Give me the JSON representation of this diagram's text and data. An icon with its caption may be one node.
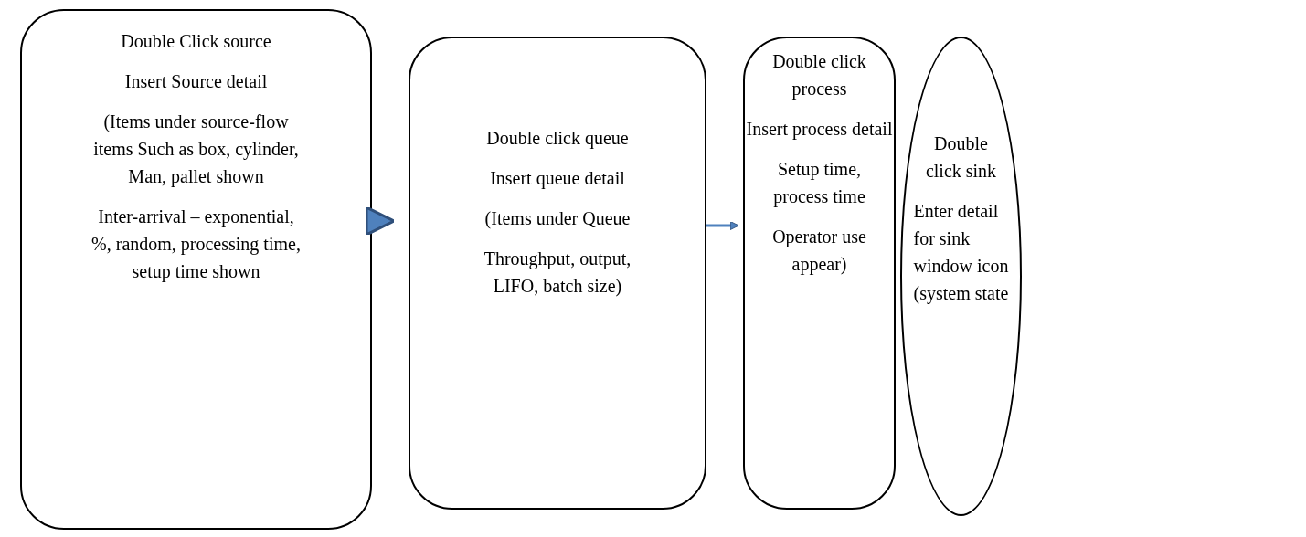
{
  "diagram": {
    "nodes": [
      {
        "text": [
          "Double Click source",
          "Insert Source detail",
          "(Items under source-flow items Such as box, cylinder, Man, pallet shown",
          "Inter-arrival – exponential, %, random, processing time, setup time shown"
        ]
      },
      {
        "text": [
          "Double click queue",
          "Insert queue detail",
          "(Items under Queue",
          "Throughput, output, LIFO, batch size)"
        ]
      },
      {
        "text": [
          "Double click process",
          "Insert process detail",
          "Setup time, process time",
          "Operator use appear)"
        ]
      },
      {
        "text": [
          "Double click sink",
          "Enter detail for sink window icon (system state"
        ]
      }
    ],
    "edges": [
      {
        "from": 0,
        "to": 1,
        "arrow": "to",
        "style": "thick"
      },
      {
        "from": 1,
        "to": 2,
        "arrow": "to"
      }
    ]
  }
}
